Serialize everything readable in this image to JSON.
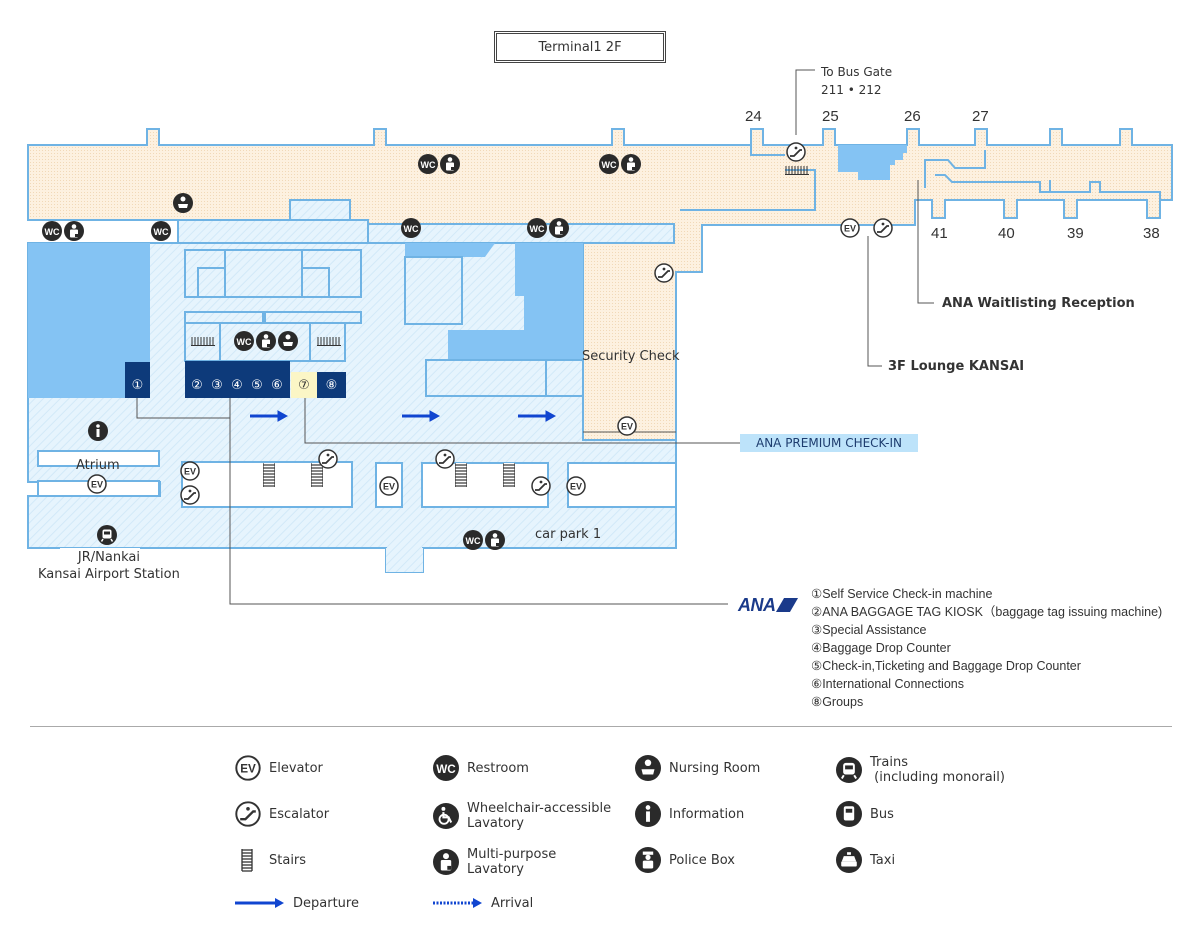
{
  "map": {
    "title": "Terminal1 2F",
    "bus_gate_label": [
      "To Bus Gate",
      "211 • 212"
    ],
    "gates_top": [
      "24",
      "25",
      "26",
      "27"
    ],
    "gates_bottom": [
      "41",
      "40",
      "39",
      "38"
    ],
    "labels": {
      "security_check": "Security Check",
      "atrium": "Atrium",
      "station": [
        "JR/Nankai",
        "Kansai Airport Station"
      ],
      "car_park": "car park 1",
      "waitlisting": "ANA Waitlisting Reception",
      "lounge": "3F Lounge KANSAI",
      "premium": "ANA PREMIUM CHECK-IN"
    },
    "counters": [
      "①",
      "②",
      "③",
      "④",
      "⑤",
      "⑥",
      "⑦",
      "⑧"
    ],
    "colors": {
      "airside": "#fbecd8",
      "landside": "#e3f2fc",
      "wall": "#6fb3e4",
      "solid_block": "#84c3f3",
      "ana_counter": "#0d3a7a",
      "premium_counter": "#fbf6c6",
      "departure_arrow": "#1045d0"
    }
  },
  "ana_info": {
    "logo": "ANA",
    "items": [
      "①Self Service Check-in machine",
      "②ANA BAGGAGE TAG KIOSK（baggage tag issuing machine)",
      "③Special Assistance",
      "④Baggage Drop Counter",
      "⑤Check-in,Ticketing and Baggage Drop Counter",
      "⑥International Connections",
      "⑧Groups"
    ]
  },
  "legend": [
    {
      "icon": "elevator-icon",
      "label": "Elevator"
    },
    {
      "icon": "escalator-icon",
      "label": "Escalator"
    },
    {
      "icon": "stairs-icon",
      "label": "Stairs"
    },
    {
      "icon": "departure-arrow-icon",
      "label": "Departure"
    },
    {
      "icon": "restroom-icon",
      "label": "Restroom"
    },
    {
      "icon": "wheelchair-icon",
      "label": "Wheelchair-accessible Lavatory"
    },
    {
      "icon": "multipurpose-lavatory-icon",
      "label": "Multi-purpose Lavatory"
    },
    {
      "icon": "arrival-arrow-icon",
      "label": "Arrival"
    },
    {
      "icon": "nursing-room-icon",
      "label": "Nursing Room"
    },
    {
      "icon": "information-icon",
      "label": "Information"
    },
    {
      "icon": "police-box-icon",
      "label": "Police Box"
    },
    {
      "icon": "train-icon",
      "label": "Trains (including monorail)"
    },
    {
      "icon": "bus-icon",
      "label": "Bus"
    },
    {
      "icon": "taxi-icon",
      "label": "Taxi"
    }
  ],
  "legend_lines": {
    "wheelchair": [
      "Wheelchair-accessible",
      "Lavatory"
    ],
    "multipurpose": [
      "Multi-purpose",
      "Lavatory"
    ],
    "trains": [
      "Trains",
      "(including monorail)"
    ]
  }
}
